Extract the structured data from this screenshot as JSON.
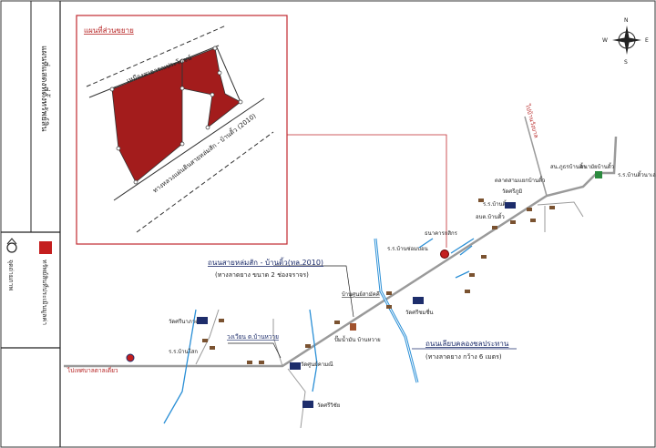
{
  "legend_panel": {
    "title": "แผนที่แสดงที่ตั้งทรัพย์สิน",
    "items": [
      {
        "label": "ทรัพย์สินที่ประเมินมูลค่า",
        "icon": "red-square-icon",
        "color": "#c41e1e"
      },
      {
        "label": "จุดถ่ายภาพ",
        "icon": "camera-point-icon"
      }
    ]
  },
  "inset": {
    "title": "แผนที่ส่วนขยาย",
    "canal_label": "เหมืองสาธารณประโยชน์",
    "road_label": "ทางหลวงแผ่นดินสายหล่มสัก - บ้านติ้ว (2010)",
    "parcel_color": "#a31c1c"
  },
  "compass": {
    "n": "N",
    "e": "E",
    "s": "S",
    "w": "W"
  },
  "roads": {
    "main": {
      "name": "ถนนสายหล่มสัก - บ้านติ้ว(ทล.2010)",
      "desc": "(ทางลาดยาง ขนาด 2 ช่องจราจร)"
    },
    "canal": {
      "name": "ถนนเลียบคลองชลประทาน",
      "desc": "(ทางลาดยาง กว้าง 6 เมตร)"
    },
    "to_west": "ไปเทศบาลตาลเดี่ยว",
    "to_north": "ไปบ้านวังบาล"
  },
  "places": {
    "police": "สน.ภูธรบ้านติ้ว",
    "health": "อนามัยบ้านติ้ว",
    "school_east": "ร.ร.บ้านติ้วนาเลา",
    "market": "ตลาดสามแยกบ้านติ้ว",
    "temple_sriphum": "วัดศรีภูมิ",
    "school_tio": "ร.ร.บ้านติ้ว",
    "sao": "อบต.บ้านติ้ว",
    "bank": "ธนาคารกสิกร",
    "school_north": "ร.ร.บ้านซ่อมบอน",
    "village": "บ้านศูนย์สามัคคี",
    "temple_chomchuen": "วัดศรีชมชื่น",
    "gas": "ปั๊มน้ำมัน บ้านหวาย",
    "roundabout": "วงเวียน ต.บ้านหวาย",
    "temple_west": "วัดศรีนาภาค",
    "school_west": "ร.ร.บ้านโสก",
    "temple_center": "วัดศูนย์คามณี",
    "temple_south": "วัดศรีวิชัย"
  },
  "colors": {
    "road": "#9a9a9a",
    "river": "#2a8fd6",
    "frame_red": "#c0282e"
  }
}
